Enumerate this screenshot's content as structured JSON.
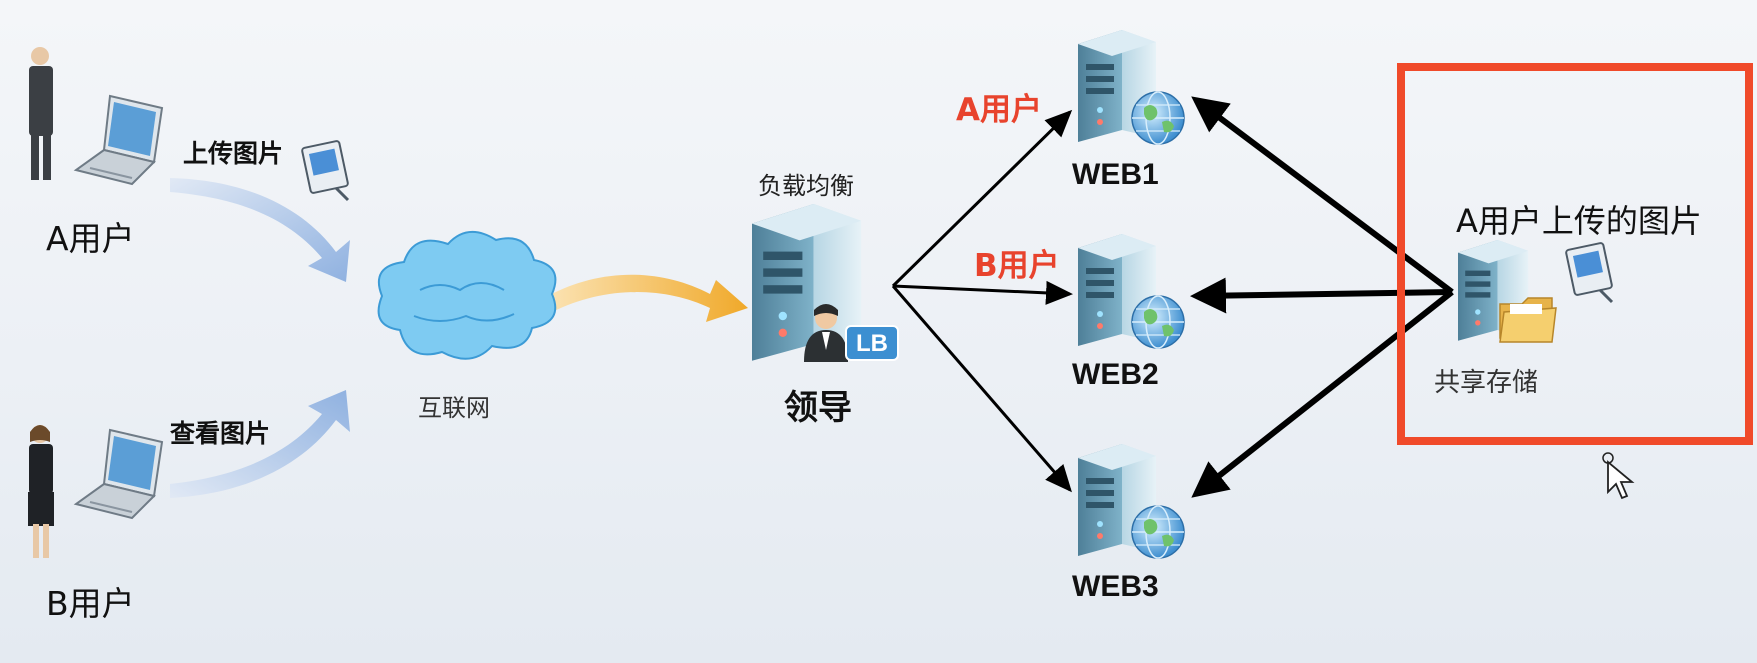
{
  "users": {
    "a_label": "A用户",
    "b_label": "B用户",
    "upload_label": "上传图片",
    "view_label": "查看图片"
  },
  "internet_label": "互联网",
  "load_balancer": {
    "title": "负载均衡",
    "name": "领导",
    "badge": "LB"
  },
  "web_servers": {
    "web1": "WEB1",
    "web2": "WEB2",
    "web3": "WEB3",
    "route_a_label": "A用户",
    "route_b_label": "B用户"
  },
  "shared_storage": {
    "label": "共享存储",
    "caption": "A用户上传的图片"
  },
  "colors": {
    "highlight_box": "#f04a2a",
    "route_label": "#e8432d",
    "upload_arrow": "#a9c3e6",
    "lb_arrow": "#f2b13a",
    "cloud": "#7ecbf2"
  }
}
